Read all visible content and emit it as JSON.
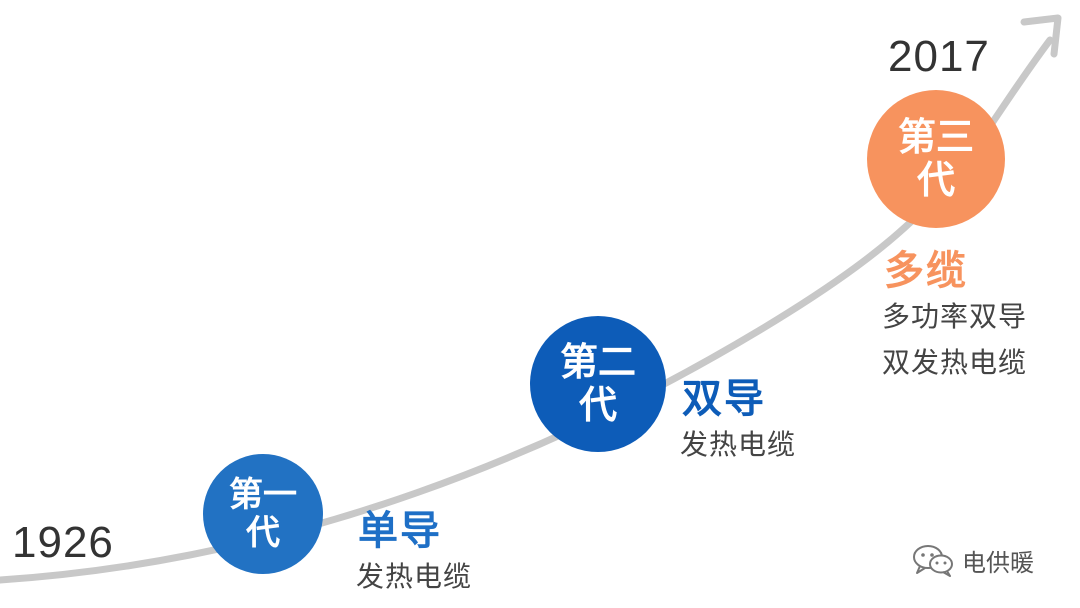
{
  "timeline": {
    "start_year": "1926",
    "end_year": "2017"
  },
  "generations": [
    {
      "circle_line1": "第一",
      "circle_line2": "代",
      "title": "单导",
      "desc_lines": [
        "发热电缆"
      ],
      "circle_color": "#2272c3",
      "title_color": "#1e6fc6"
    },
    {
      "circle_line1": "第二",
      "circle_line2": "代",
      "title": "双导",
      "desc_lines": [
        "发热电缆"
      ],
      "circle_color": "#0d5cb8",
      "title_color": "#0d5cb8"
    },
    {
      "circle_line1": "第三",
      "circle_line2": "代",
      "title": "多缆",
      "desc_lines": [
        "多功率双导",
        "双发热电缆"
      ],
      "circle_color": "#f7935e",
      "title_color": "#f7935e"
    }
  ],
  "watermark": {
    "icon": "wechat-icon",
    "text": "电供暖"
  },
  "colors": {
    "curve": "#c8c8c8",
    "year_text": "#333333"
  }
}
